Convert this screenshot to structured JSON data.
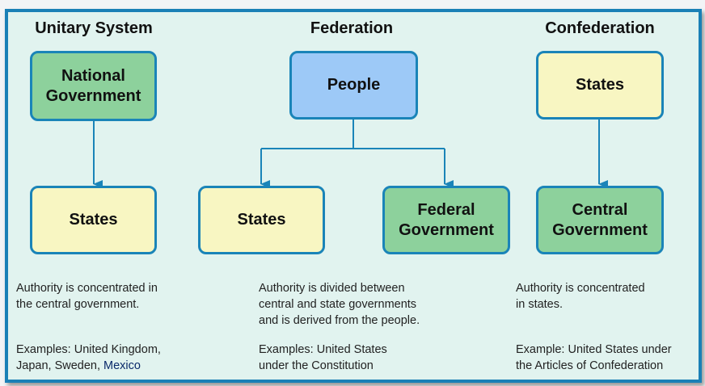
{
  "unitary": {
    "title": "Unitary System",
    "top": "National Government",
    "bottom": "States",
    "desc": [
      "Authority is concentrated in",
      "the central government."
    ],
    "examples": [
      "Examples: United Kingdom,",
      "Japan, Sweden, ",
      "Mexico"
    ]
  },
  "federation": {
    "title": "Federation",
    "top": "People",
    "left": "States",
    "right": "Federal Government",
    "desc": [
      "Authority is divided between",
      "central and state governments",
      "and is derived from the people."
    ],
    "examples": [
      "Examples: United States",
      "under the Constitution"
    ]
  },
  "confederation": {
    "title": "Confederation",
    "top": "States",
    "bottom": "Central Government",
    "desc": [
      "Authority is concentrated",
      "in states."
    ],
    "examples": [
      "Example: United States under",
      "the Articles of Confederation"
    ]
  },
  "colors": {
    "border": "#1a84b8",
    "green": "#8dd19c",
    "yellow": "#f8f6c2",
    "blue": "#9dc9f7"
  }
}
